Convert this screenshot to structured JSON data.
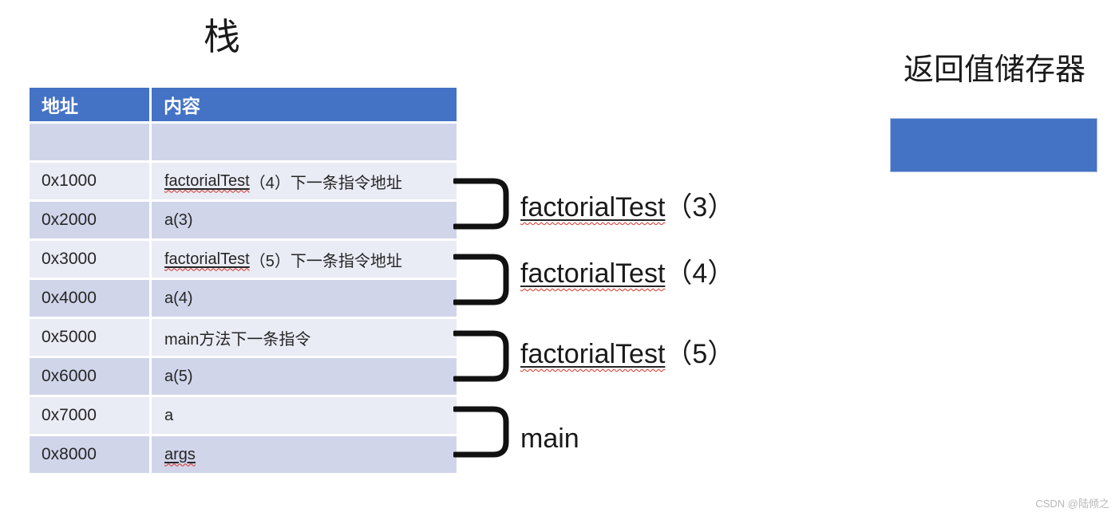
{
  "stack": {
    "title": "栈",
    "table": {
      "headers": [
        "地址",
        "内容"
      ],
      "rows": [
        {
          "address": "",
          "underlined": "",
          "plain": ""
        },
        {
          "address": "0x1000",
          "underlined": "factorialTest",
          "plain": "（4）下一条指令地址"
        },
        {
          "address": "0x2000",
          "underlined": "",
          "plain": "a(3)"
        },
        {
          "address": "0x3000",
          "underlined": "factorialTest",
          "plain": "（5）下一条指令地址"
        },
        {
          "address": "0x4000",
          "underlined": "",
          "plain": "a(4)"
        },
        {
          "address": "0x5000",
          "underlined": "",
          "plain": "main方法下一条指令"
        },
        {
          "address": "0x6000",
          "underlined": "",
          "plain": "a(5)"
        },
        {
          "address": "0x7000",
          "underlined": "",
          "plain": "a"
        },
        {
          "address": "0x8000",
          "underlined": "args",
          "plain": ""
        }
      ]
    }
  },
  "frames": [
    {
      "underlined": "factorialTest",
      "plain": "（3）"
    },
    {
      "underlined": "factorialTest",
      "plain": "（4）"
    },
    {
      "underlined": "factorialTest",
      "plain": "（5）"
    },
    {
      "underlined": "",
      "plain": "main"
    }
  ],
  "return_register": {
    "title": "返回值储存器"
  },
  "watermark": "CSDN @陆倾之",
  "colors": {
    "header_blue": "#4472C4",
    "band_dark": "#D0D5EA",
    "band_light": "#E9EBF5",
    "return_box_blue": "#4472C4",
    "bracket_black": "#111111",
    "squiggle_red": "#D93025",
    "watermark_gray": "#B8B8B8"
  }
}
